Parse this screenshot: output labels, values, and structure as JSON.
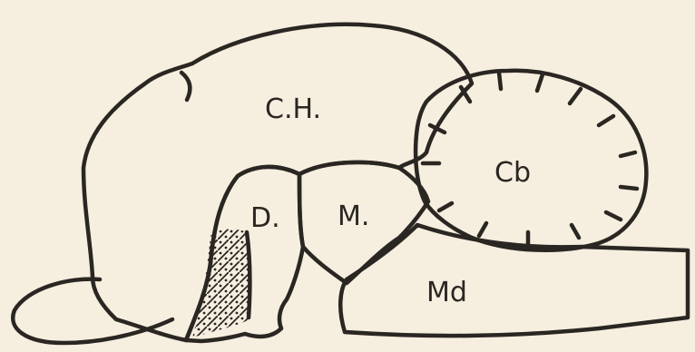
{
  "labels": {
    "cerebral_hemisphere": "C.H.",
    "diencephalon": "D.",
    "midbrain": "M.",
    "cerebellum": "Cb",
    "medulla": "Md"
  },
  "colors": {
    "paper": "#f6eedf",
    "ink": "#2a2622"
  }
}
